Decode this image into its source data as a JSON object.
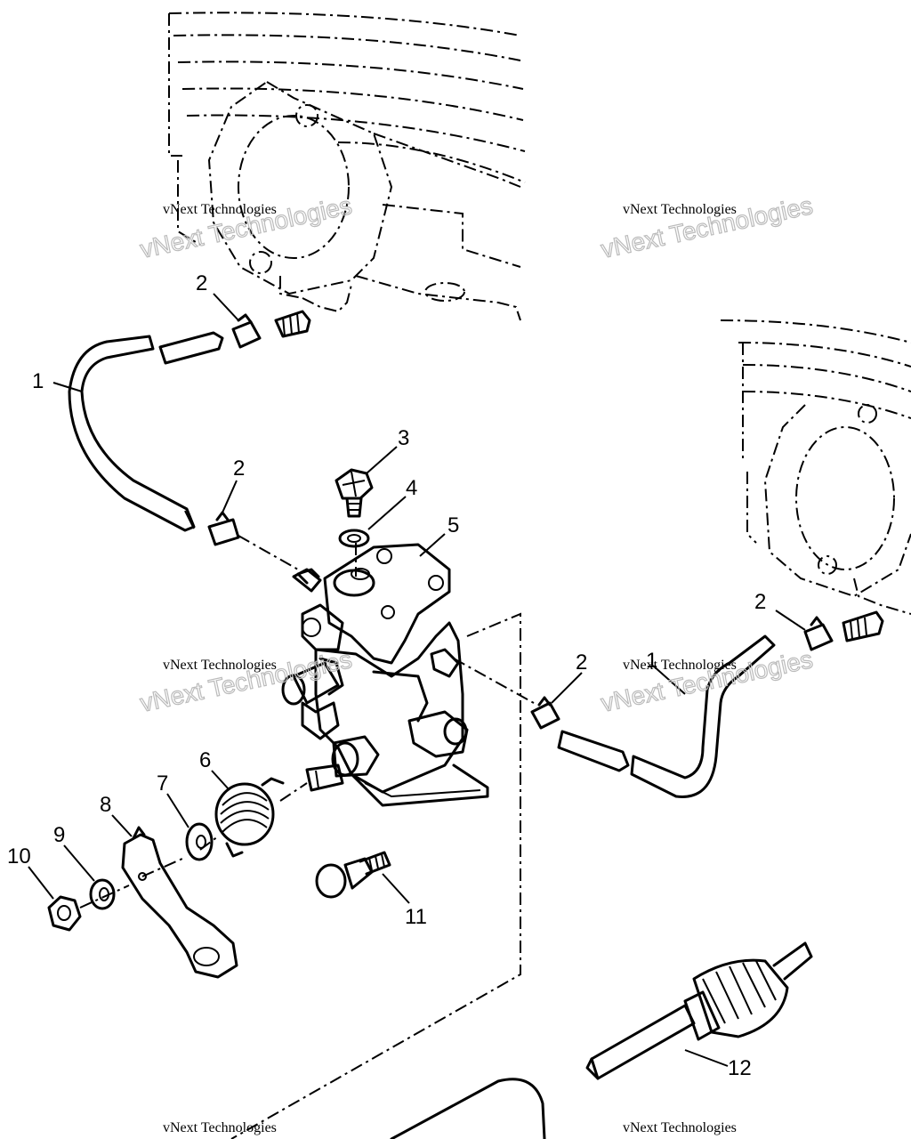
{
  "callouts": {
    "c1a": "1",
    "c2a": "2",
    "c2b": "2",
    "c3": "3",
    "c4": "4",
    "c5": "5",
    "c1b": "1",
    "c2c": "2",
    "c2d": "2",
    "c6": "6",
    "c7": "7",
    "c8": "8",
    "c9": "9",
    "c10": "10",
    "c11": "11",
    "c12": "12"
  },
  "watermark": {
    "small": "vNext Technologies",
    "big": "vNext Technologies"
  }
}
